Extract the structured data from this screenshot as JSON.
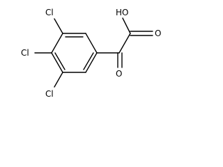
{
  "molecule": {
    "atoms": {
      "cl_top": "Cl",
      "cl_left": "Cl",
      "cl_bottom": "Cl",
      "hydroxyl": "HO",
      "carbonyl_o_acid": "O",
      "carbonyl_o_keto": "O"
    },
    "colors": {
      "bond": "#000000",
      "label": "#000000",
      "background": "#ffffff"
    }
  }
}
